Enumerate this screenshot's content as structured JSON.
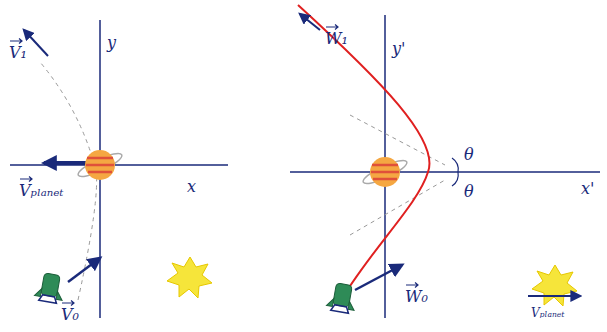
{
  "diagram": {
    "labels": [
      "V₁",
      "y",
      "x",
      "Vₚₗₐₙₑₜ",
      "V₀",
      "W₁",
      "y'",
      "x'",
      "θ",
      "θ",
      "W₀",
      "Vₚₗₐₙₑₜ"
    ]
  }
}
